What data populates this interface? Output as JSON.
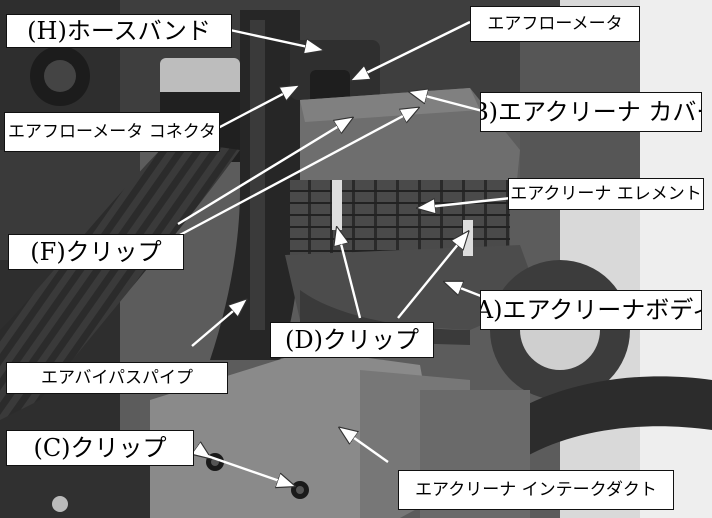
{
  "callouts": {
    "hose_band": "(H)ホースバンド",
    "air_flow_meter": "エアフローメータ",
    "air_flow_meter_connector": "エアフローメータ コネクタ",
    "air_cleaner_cover": "(B)エアクリーナ カバー",
    "air_cleaner_element": "エアクリーナ エレメント",
    "clip_f": "(F)クリップ",
    "air_cleaner_body": "(A)エアクリーナボディ",
    "clip_d": "(D)クリップ",
    "air_bypass_pipe": "エアバイパスパイプ",
    "clip_c": "(C)クリップ",
    "air_cleaner_intake_duct": "エアクリーナ インテークダクト"
  }
}
